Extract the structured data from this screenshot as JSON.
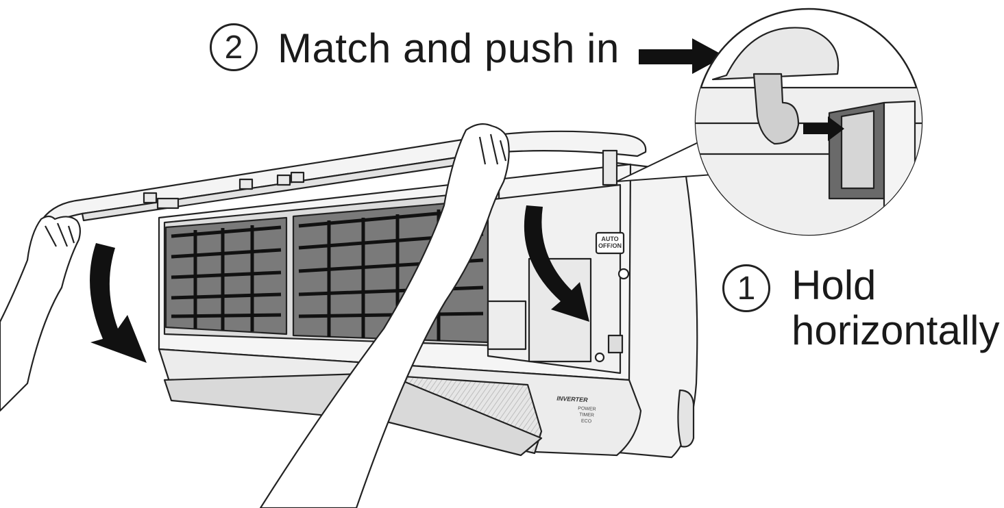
{
  "step2": {
    "number": "2",
    "text": "Match and push in"
  },
  "step1": {
    "number": "1",
    "line1": "Hold",
    "line2": "horizontally"
  },
  "unit_labels": {
    "auto_line1": "AUTO",
    "auto_line2": "OFF/ON",
    "brand": "INVERTER",
    "indicator_power": "POWER",
    "indicator_timer": "TIMER",
    "indicator_eco": "ECO"
  },
  "colors": {
    "line": "#222222",
    "panel": "#f2f2f2",
    "shade": "#cfcfcf",
    "dark": "#555555",
    "arrow": "#111111"
  }
}
